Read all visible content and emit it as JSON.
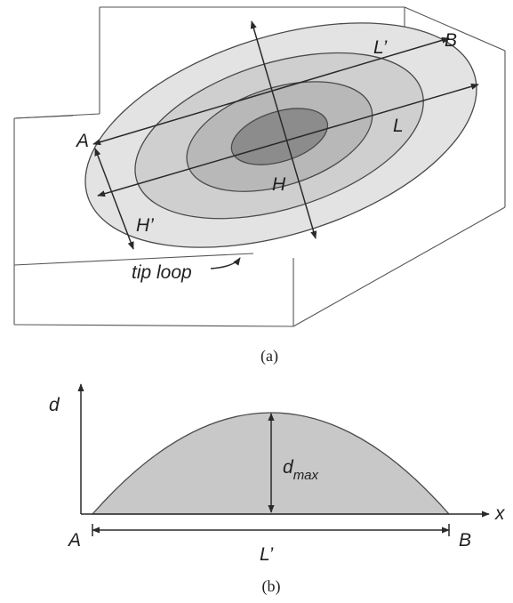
{
  "colors": {
    "ring_outer": "#e3e3e3",
    "ring_2": "#cfcfcf",
    "ring_3": "#b8b8b8",
    "ring_core": "#8c8c8c",
    "profile_fill": "#c8c8c8",
    "line": "#2a2a2a"
  },
  "panel_a": {
    "caption": "(a)",
    "labels": {
      "A": "A",
      "B": "B",
      "L": "L",
      "L_prime": "L’",
      "H": "H",
      "H_prime": "H’",
      "tip_loop": "tip loop"
    }
  },
  "panel_b": {
    "caption": "(b)",
    "labels": {
      "y_axis": "d",
      "x_axis": "x",
      "d_max_main": "d",
      "d_max_sub": "max",
      "A": "A",
      "B": "B",
      "L_prime": "L’"
    }
  }
}
